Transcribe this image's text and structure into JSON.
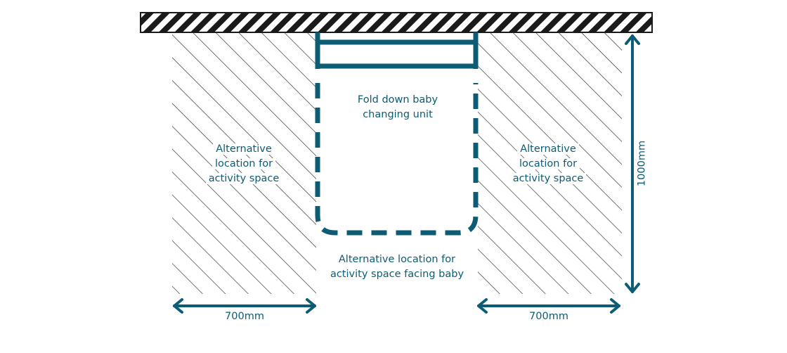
{
  "colors": {
    "accent": "#0d5c75",
    "hatch": "#1a1a1a",
    "wall_stripe": "#1a1a1a",
    "background": "#ffffff"
  },
  "labels": {
    "unit": [
      "Fold down baby",
      "changing unit"
    ],
    "left_space": [
      "Alternative",
      "location for",
      "activity space"
    ],
    "right_space": [
      "Alternative",
      "location for",
      "activity space"
    ],
    "front_space": [
      "Alternative location for",
      "activity space facing baby"
    ],
    "left_width": "700mm",
    "right_width": "700mm",
    "depth": "1000mm"
  }
}
